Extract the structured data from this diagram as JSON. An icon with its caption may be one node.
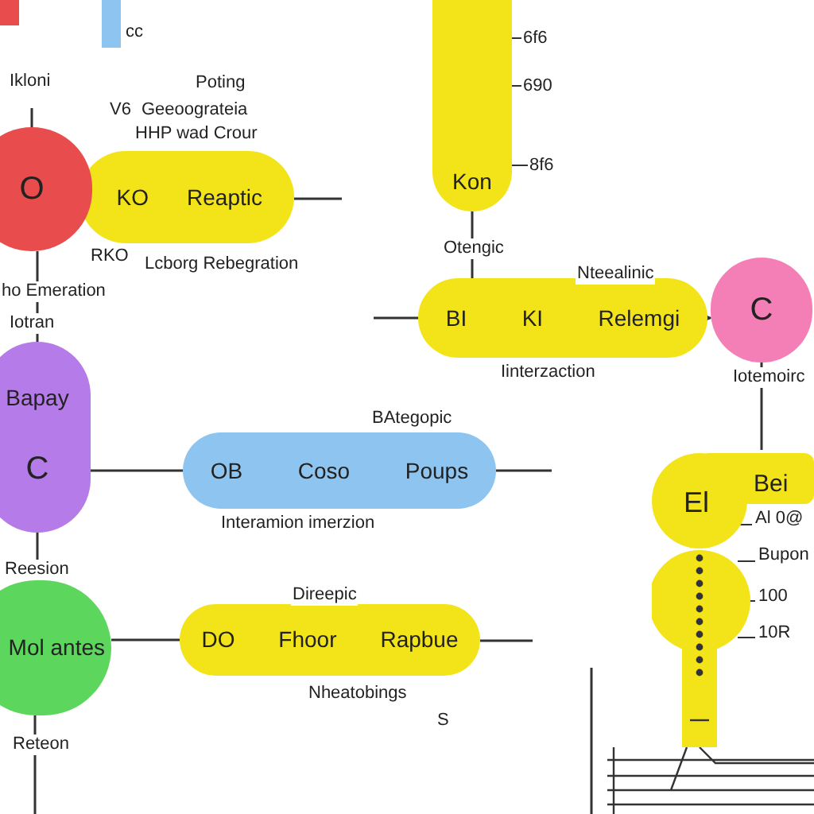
{
  "diagram": {
    "nodes": [
      {
        "text": [
          "O"
        ]
      },
      {
        "text": [
          "KO",
          "Reaptic"
        ]
      },
      {
        "text": [
          "Kon"
        ]
      },
      {
        "text": [
          "BI",
          "KI",
          "Relemgi"
        ]
      },
      {
        "text": [
          "C"
        ]
      },
      {
        "text": [
          "Bapay",
          "C"
        ]
      },
      {
        "text": [
          "OB",
          "Coso",
          "Poups"
        ]
      },
      {
        "text": [
          "Mol antes"
        ]
      },
      {
        "text": [
          "DO",
          "Fhoor",
          "Rapbue"
        ]
      },
      {
        "text": [
          "El",
          "Bei"
        ]
      }
    ],
    "edges": [
      {
        "from": 1,
        "to": null,
        "arrow": "none"
      },
      {
        "from": 0,
        "to": 5,
        "arrow": "none"
      },
      {
        "from": 2,
        "to": 3,
        "arrow": "none"
      },
      {
        "from": 3,
        "to": 4,
        "arrow": "to"
      },
      {
        "from": 4,
        "to": 9,
        "arrow": "none"
      },
      {
        "from": 5,
        "to": 6,
        "arrow": "none"
      },
      {
        "from": 6,
        "to": null,
        "arrow": "none"
      },
      {
        "from": null,
        "to": 3,
        "arrow": "none"
      },
      {
        "from": 5,
        "to": 7,
        "arrow": "none"
      },
      {
        "from": 7,
        "to": 8,
        "arrow": "none"
      },
      {
        "from": 8,
        "to": null,
        "arrow": "none"
      },
      {
        "from": 7,
        "to": null,
        "arrow": "none"
      },
      {
        "from": 0,
        "to": null,
        "arrow": "none"
      }
    ],
    "labels": [
      "Ikloni",
      "Poting",
      "V6",
      "Geeoograteia",
      "HHP wad Crour",
      "RKO",
      "Lcborg Rebegration",
      "ho Emeration",
      "Iotran",
      "6f6",
      "690",
      "8f6",
      "Otengic",
      "Nteealinic",
      "Iinterzaction",
      "Iotemoirc",
      "BAtegopic",
      "Interamion imerzion",
      "Reesion",
      "Direepic",
      "Nheatobings",
      "S",
      "Reteon",
      "Al 0@",
      "Bupon",
      "100",
      "10R",
      "cc"
    ]
  }
}
